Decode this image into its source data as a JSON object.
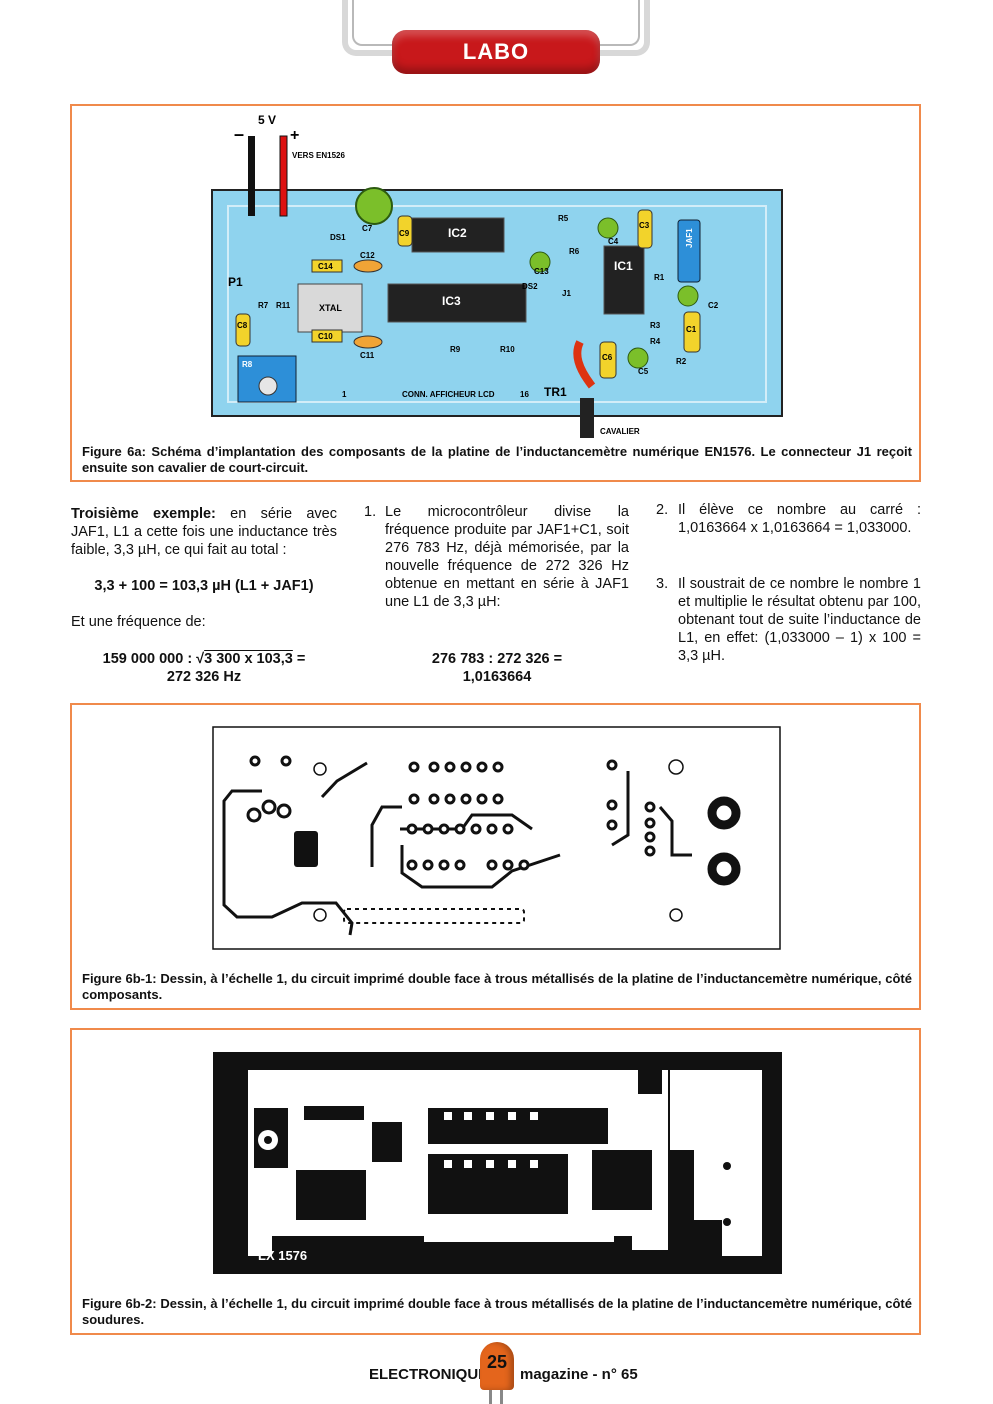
{
  "header": {
    "section": "LABO"
  },
  "fig6a": {
    "labels": {
      "voltage": "5 V",
      "minus": "–",
      "plus": "+",
      "vers": "VERS EN1526",
      "ic2": "IC2",
      "ic3": "IC3",
      "ic1": "IC1",
      "xtal": "XTAL",
      "c7": "C7",
      "c9": "C9",
      "c14": "C14",
      "c12": "C12",
      "c10": "C10",
      "c11": "C11",
      "c8": "C8",
      "c13": "C13",
      "c4": "C4",
      "c3": "C3",
      "c2": "C2",
      "c1": "C1",
      "c6": "C6",
      "c5": "C5",
      "ds1": "DS1",
      "ds2": "DS2",
      "r5": "R5",
      "r6": "R6",
      "r1": "R1",
      "r3": "R3",
      "r4": "R4",
      "r2": "R2",
      "r7": "R7",
      "r11": "R11",
      "r8": "R8",
      "r9": "R9",
      "r10": "R10",
      "j1": "J1",
      "jaf1": "JAF1",
      "p1": "P1",
      "tr1": "TR1",
      "conn": "CONN. AFFICHEUR LCD",
      "pin1": "1",
      "pin16": "16",
      "cavalier": "CAVALIER"
    },
    "caption": "Figure 6a: Schéma d’implantation des composants de la platine de l’inductancemètre numérique EN1576. Le connecteur J1 reçoit ensuite son cavalier de court-circuit."
  },
  "col1": {
    "lead": "Troisième exemple:",
    "p1": " en série avec JAF1, L1 a cette fois une inductance très faible, 3,3 µH, ce qui fait au total :",
    "eq1": "3,3 + 100 = 103,3 µH (L1 + JAF1)",
    "p2": "Et une fréquence de:",
    "eq2a_pre": "159 000 000 : √",
    "eq2a_rad": "3 300 x 103,3",
    "eq2a_post": " =",
    "eq2b": "272 326 Hz"
  },
  "col2": {
    "n1": "1.",
    "item1": "Le microcontrôleur divise la fréquence produite par JAF1+C1, soit 276 783 Hz, déjà mémorisée, par la nouvelle fréquence de 272 326 Hz obtenue en mettant en série à JAF1 une L1 de 3,3 µH:",
    "eq_a": "276 783 : 272 326 =",
    "eq_b": "1,0163664"
  },
  "col3": {
    "n2": "2.",
    "item2": "Il élève ce nombre au carré : 1,0163664 x 1,0163664 = 1,033000.",
    "n3": "3.",
    "item3": "Il soustrait de ce nombre le nombre 1 et multiplie le résultat obtenu par 100, obtenant tout de suite l’inductance de L1, en effet: (1,033000 – 1) x 100 = 3,3 µH."
  },
  "fig6b1": {
    "caption": "Figure 6b-1: Dessin, à l’échelle 1, du circuit imprimé double face à trous métallisés de la platine de l’inductancemètre numérique, côté composants."
  },
  "fig6b2": {
    "pcb_label": "LX 1576",
    "caption": "Figure 6b-2: Dessin, à l’échelle 1, du circuit imprimé double face à trous métallisés de la platine de l’inductancemètre numérique, côté soudures."
  },
  "footer": {
    "left": "ELECTRONIQUE",
    "page": "25",
    "right": "magazine - n° 65"
  }
}
